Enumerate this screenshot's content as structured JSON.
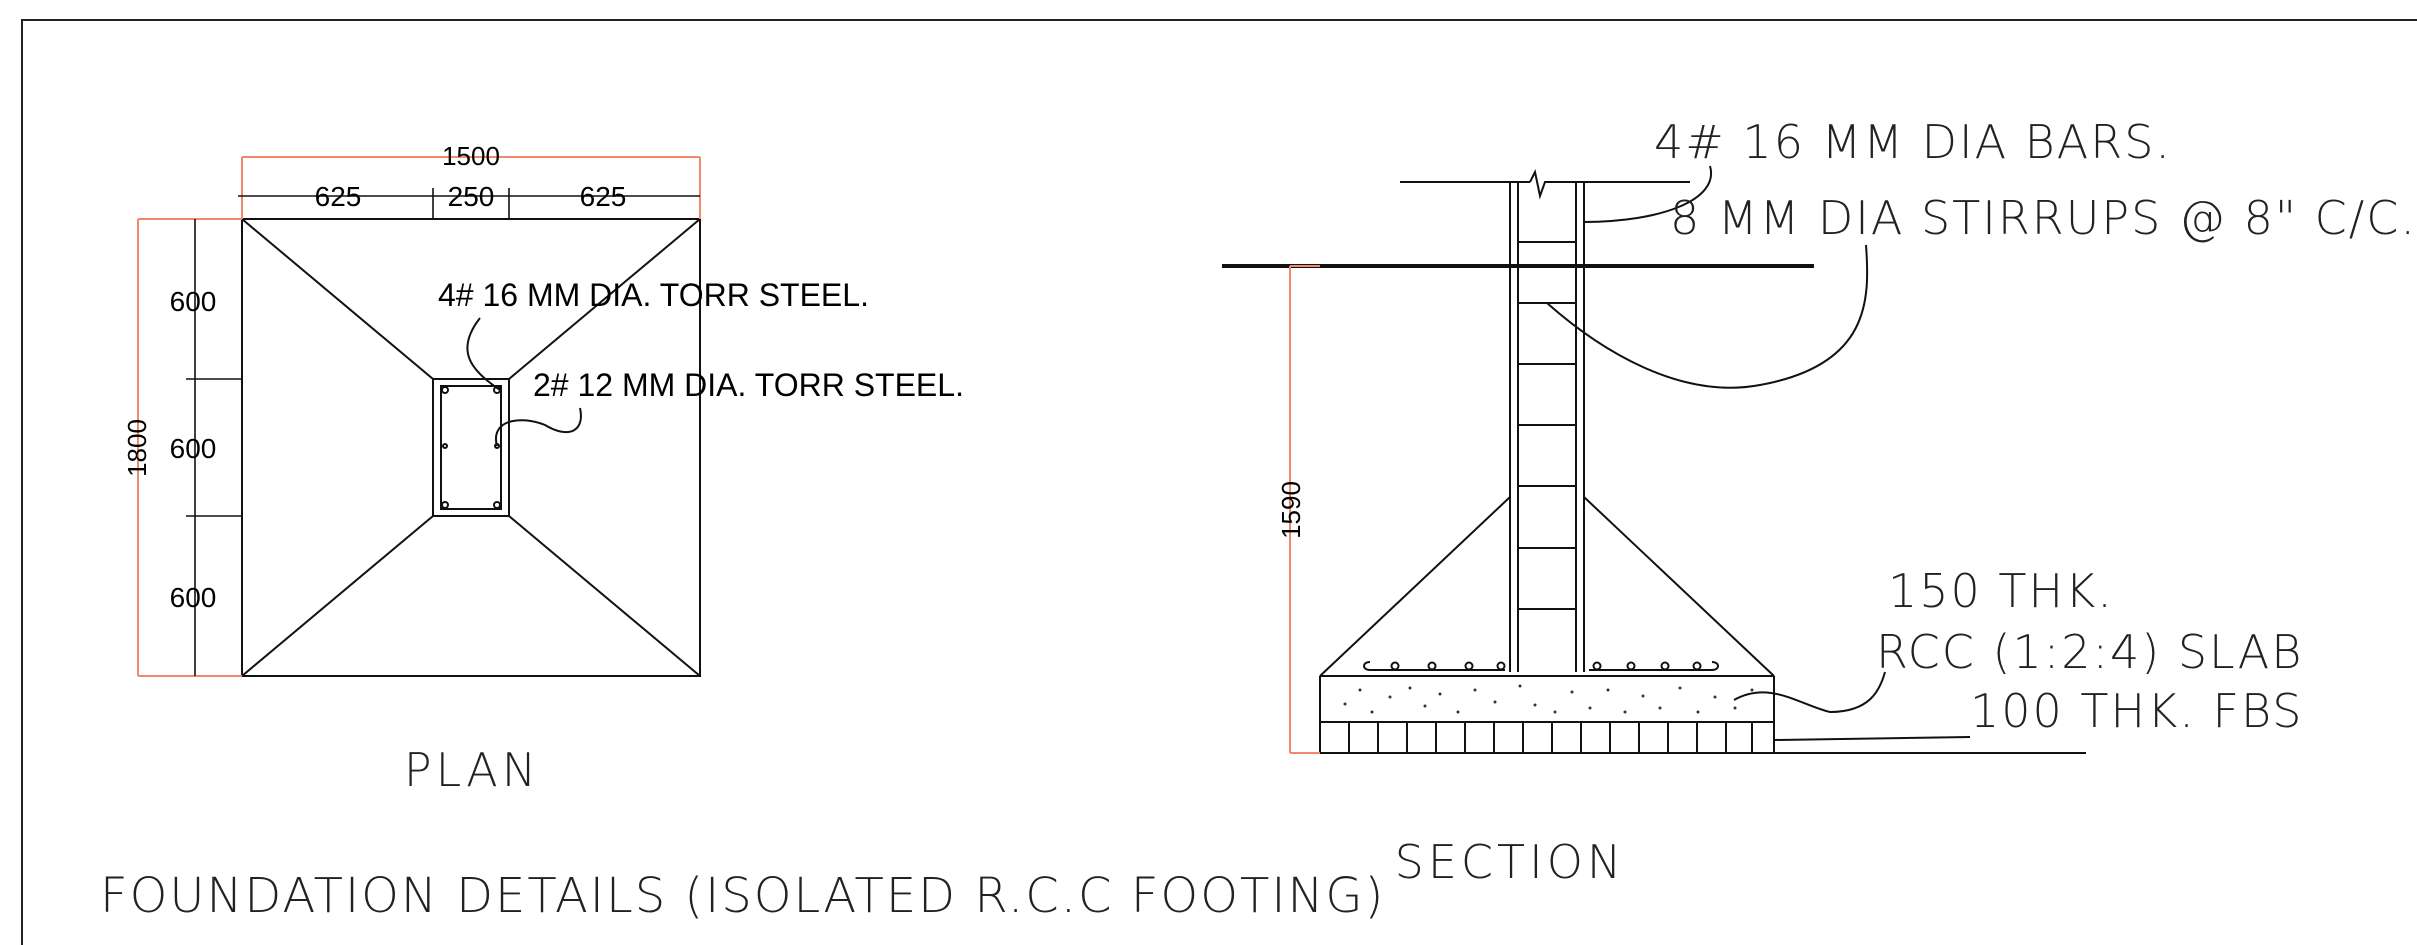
{
  "title": "FOUNDATION DETAILS (ISOLATED R.C.C FOOTING)",
  "plan": {
    "label": "PLAN",
    "dims": {
      "overall_width": "1500",
      "left_offset": "625",
      "column_width": "250",
      "right_offset": "625",
      "overall_length": "1800",
      "seg_top": "600",
      "seg_mid": "600",
      "seg_bottom": "600"
    },
    "notes": {
      "main_bars": "4# 16 MM DIA. TORR STEEL.",
      "extra_bars": "2# 12 MM DIA. TORR STEEL."
    }
  },
  "section": {
    "label": "SECTION",
    "height_dim": "1590",
    "notes": {
      "bars": "4# 16 MM DIA BARS.",
      "stirrups": "8 MM DIA STIRRUPS @ 8\" C/C.",
      "slab_thk": "150 THK.",
      "slab_mix": "RCC (1:2:4) SLAB",
      "fbs": "100 THK. FBS"
    }
  },
  "colors": {
    "line": "#111111",
    "dimension": "#f08a6a",
    "frame": "#222222"
  }
}
